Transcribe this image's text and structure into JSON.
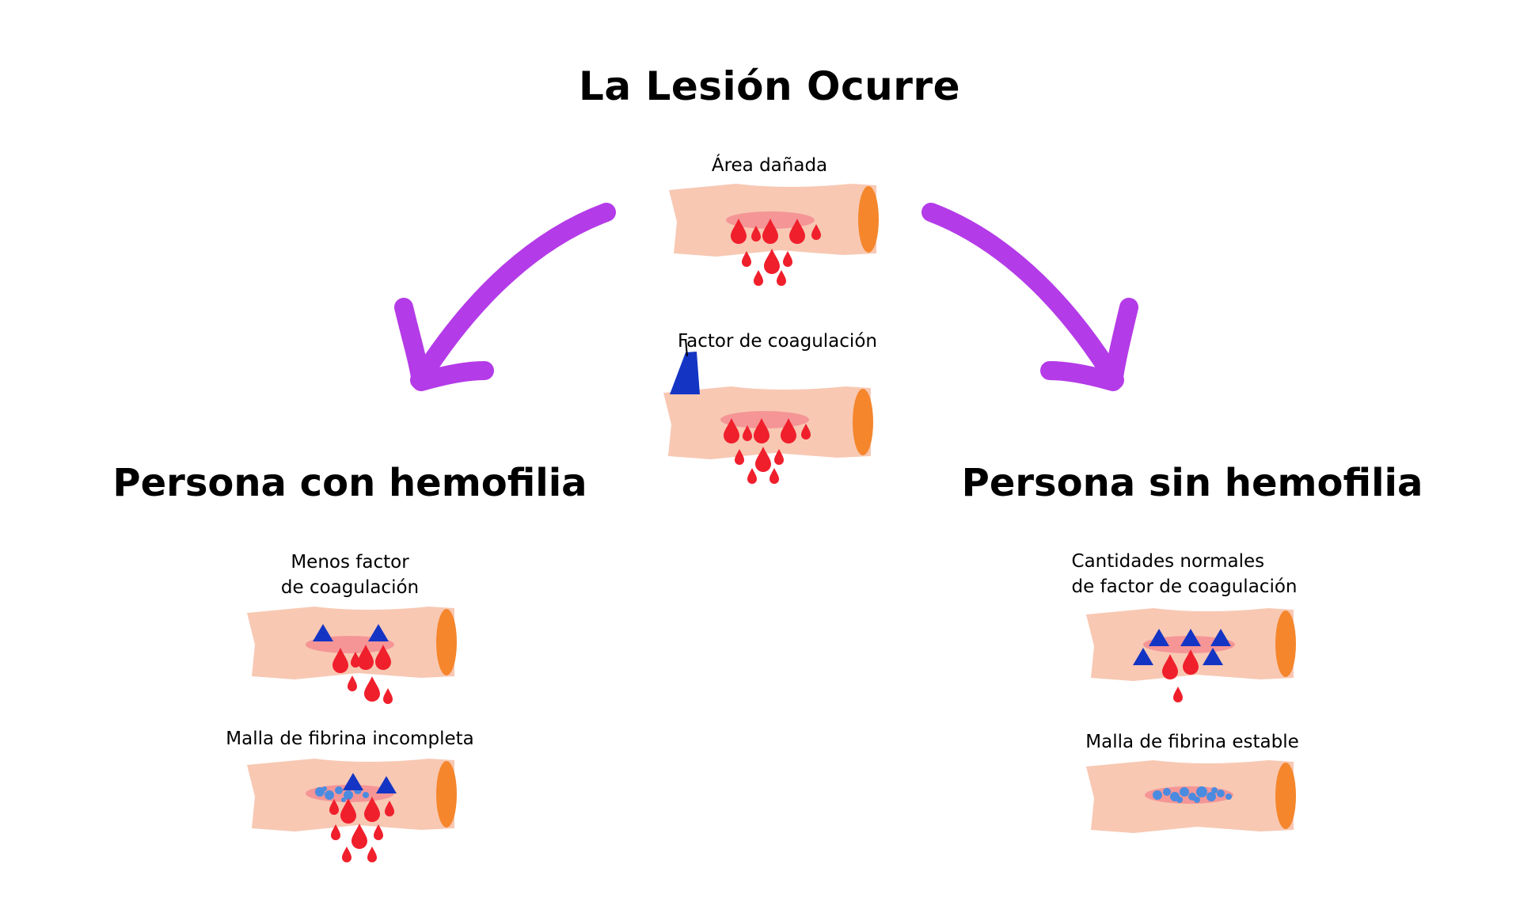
{
  "title": "La Lesión Ocurre",
  "center": {
    "damaged_area_label": "Área dañada",
    "clotting_factor_label": "Factor de coagulación"
  },
  "left": {
    "heading": "Persona con hemofilia",
    "less_factor_label": [
      "Menos factor",
      "de coagulación"
    ],
    "mesh_label": "Malla de fibrina incompleta"
  },
  "right": {
    "heading": "Persona sin hemofilia",
    "normal_factor_label": [
      "Cantidades normales",
      "de factor de coagulación"
    ],
    "mesh_label": "Malla de fibrina estable"
  },
  "colors": {
    "skin": "#f8c8b3",
    "skin_end": "#f5862c",
    "wound": "#f59596",
    "blood": "#f01f2c",
    "factor": "#1435c4",
    "fibrin": "#4a8be0",
    "arrow": "#b43be8"
  }
}
